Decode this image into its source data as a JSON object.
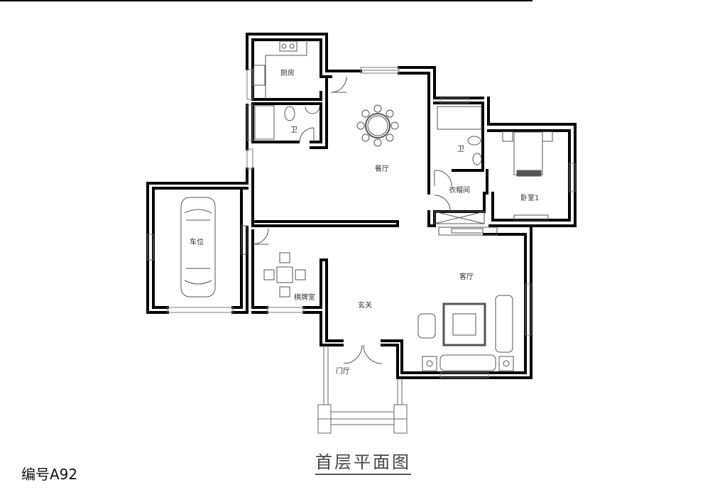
{
  "drawing": {
    "title": "首层平面图",
    "code": "编号A92",
    "colors": {
      "wall": "#000000",
      "fixture": "#555555",
      "background": "#ffffff"
    }
  },
  "rooms": {
    "kitchen": "厨房",
    "bath_left": "卫",
    "dining": "餐厅",
    "bath_right": "卫",
    "closet": "衣帽间",
    "bedroom": "卧室1",
    "garage": "车位",
    "mahjong": "棋牌室",
    "foyer": "玄关",
    "living": "客厅",
    "entry": "门厅"
  }
}
